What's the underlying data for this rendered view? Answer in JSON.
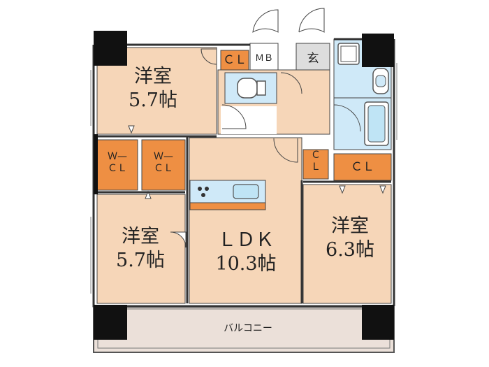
{
  "colors": {
    "room": "#f6d6b8",
    "closet": "#ee8f43",
    "wet": "#cfe9f8",
    "corridor": "#ffffff",
    "wall": "#111111",
    "balcony": "#ebe0d9"
  },
  "rooms": {
    "western_a": {
      "name": "洋室",
      "size": "5.7帖"
    },
    "western_b": {
      "name": "洋室",
      "size": "5.7帖"
    },
    "ldk": {
      "name": "ＬＤＫ",
      "size": "10.3帖"
    },
    "western_c": {
      "name": "洋室",
      "size": "6.3帖"
    }
  },
  "closets": {
    "top_cl": "ＣＬ",
    "mb": "ＭＢ",
    "genkan": "玄",
    "wcl_left": "Ｗ—\nＣＬ",
    "wcl_right": "Ｗ—\nＣＬ",
    "right_cl_small": "Ｃ\nＬ",
    "right_cl": "ＣＬ"
  },
  "balcony": {
    "label": "バルコニー"
  }
}
